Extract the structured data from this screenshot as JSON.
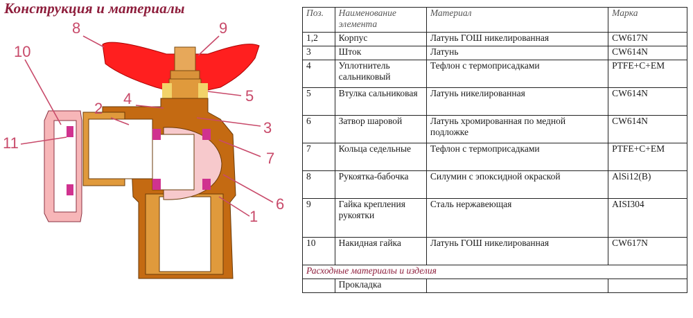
{
  "title": "Конструкция и материалы",
  "callouts": [
    "1",
    "2",
    "3",
    "4",
    "5",
    "6",
    "7",
    "8",
    "9",
    "10",
    "11"
  ],
  "colors": {
    "title": "#8e1e3c",
    "callout": "#c84a6a",
    "handle": "#ff1f1f",
    "brass": "#e09a3c",
    "body_dark": "#c46a12",
    "nut_pink": "#f7b6b8",
    "seal_magenta": "#d0328f",
    "ball_pink": "#f7c9cc"
  },
  "table": {
    "headers": [
      "Поз.",
      "Наименование элемента",
      "Материал",
      "Марка"
    ],
    "rows": [
      {
        "pos": "1,2",
        "name": "Корпус",
        "material": "Латунь ГОШ никелированная",
        "grade": "CW617N"
      },
      {
        "pos": "3",
        "name": "Шток",
        "material": "Латунь",
        "grade": "CW614N"
      },
      {
        "pos": "4",
        "name": "Уплотнитель сальниковый",
        "material": "Тефлон с термоприсадками",
        "grade": "PTFE+C+EM"
      },
      {
        "pos": "5",
        "name": "Втулка сальниковая",
        "material": "Латунь никелированная",
        "grade": "CW614N"
      },
      {
        "pos": "6",
        "name": "Затвор шаровой",
        "material": "Латунь хромированная по медной подложке",
        "grade": "CW614N"
      },
      {
        "pos": "7",
        "name": "Кольца седельные",
        "material": "Тефлон с термоприсадками",
        "grade": "PTFE+C+EM"
      },
      {
        "pos": "8",
        "name": "Рукоятка-бабочка",
        "material": "Силумин с эпоксидной окраской",
        "grade": "AlSi12(B)"
      },
      {
        "pos": "9",
        "name": "Гайка крепления рукоятки",
        "material": "Сталь нержавеющая",
        "grade": "AISI304"
      },
      {
        "pos": "10",
        "name": "Накидная гайка",
        "material": "Латунь ГОШ никелированная",
        "grade": "CW617N"
      }
    ],
    "section": "Расходные материалы и изделия",
    "extra_rows": [
      {
        "pos": "",
        "name": "Прокладка",
        "material": "",
        "grade": ""
      }
    ]
  }
}
